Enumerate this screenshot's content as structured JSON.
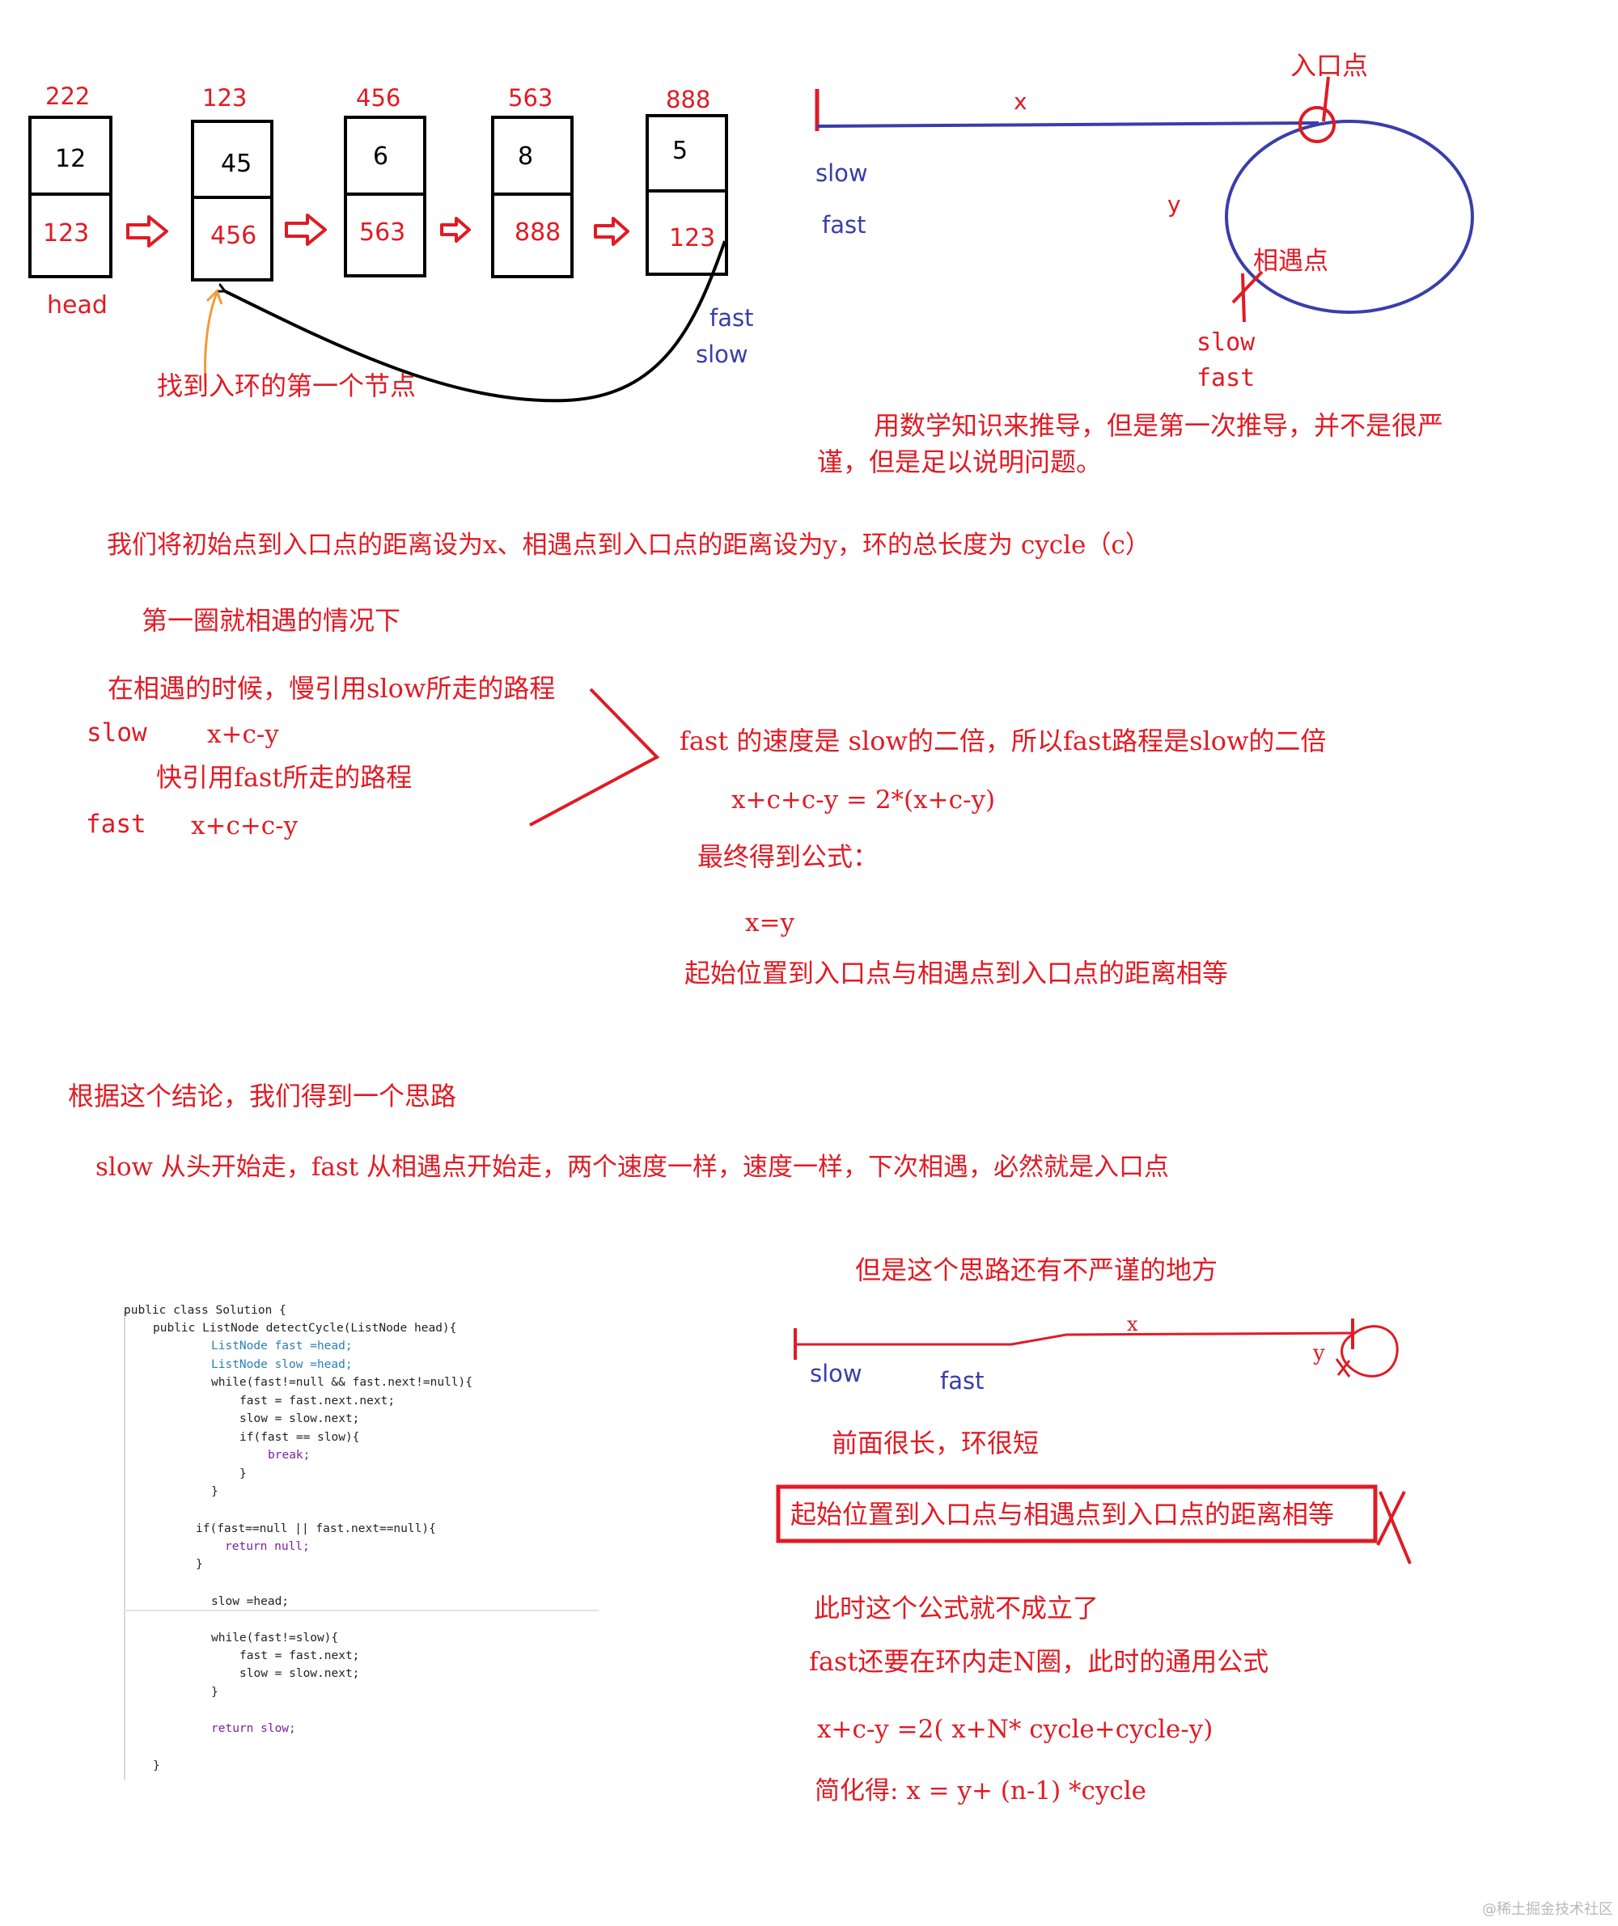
{
  "colors": {
    "red": "#e01b24",
    "blue": "#3a3dab",
    "black": "#000000",
    "orange": "#f39a3b",
    "code_keyword": "#7a1fa2",
    "code_type": "#2a7fb8",
    "code_text": "#222222",
    "watermark": "#b9b9b9"
  },
  "linked_list": {
    "nodes": [
      {
        "address": "222",
        "val": "12",
        "next": "123"
      },
      {
        "address": "123",
        "val": "45",
        "next": "456"
      },
      {
        "address": "456",
        "val": "6",
        "next": "563"
      },
      {
        "address": "563",
        "val": "8",
        "next": "888"
      },
      {
        "address": "888",
        "val": "5",
        "next": "123"
      }
    ],
    "head_label": "head",
    "fast_label": "fast",
    "slow_label": "slow",
    "find_entry_note": "找到入环的第一个节点"
  },
  "cycle_diagram_top": {
    "x_label": "x",
    "y_label": "y",
    "entry_label": "入口点",
    "meet_label": "相遇点",
    "slow_start": "slow",
    "fast_start": "fast",
    "slow_meet": "slow",
    "fast_meet": "fast",
    "note_line1": "用数学知识来推导，但是第一次推导，并不是很严",
    "note_line2": "谨，但是足以说明问题。"
  },
  "derivation": {
    "definition": "我们将初始点到入口点的距离设为x、相遇点到入口点的距离设为y，环的总长度为 cycle（c）",
    "first_lap": "第一圈就相遇的情况下",
    "slow_path_title": "在相遇的时候，慢引用slow所走的路程",
    "slow_label": "slow",
    "slow_expr": "x+c-y",
    "fast_path_title": "快引用fast所走的路程",
    "fast_label": "fast",
    "fast_expr": "x+c+c-y",
    "speed_note": "fast 的速度是 slow的二倍，所以fast路程是slow的二倍",
    "equation": "x+c+c-y = 2*(x+c-y)",
    "final_formula_title": "最终得到公式：",
    "result": "x=y",
    "conclusion": "起始位置到入口点与相遇点到入口点的距离相等"
  },
  "idea": {
    "title": "根据这个结论，我们得到一个思路",
    "detail": "slow 从头开始走，fast 从相遇点开始走，两个速度一样，速度一样，下次相遇，必然就是入口点"
  },
  "code": {
    "lines": [
      "public class Solution {",
      "public ListNode detectCycle(ListNode head){",
      "ListNode fast =head;",
      "ListNode slow =head;",
      "while(fast!=null && fast.next!=null){",
      "fast = fast.next.next;",
      "slow = slow.next;",
      "if(fast == slow){",
      "break;",
      "}",
      "}",
      "if(fast==null || fast.next==null){",
      "return null;",
      "}",
      "slow =head;",
      "while(fast!=slow){",
      "fast = fast.next;",
      "slow = slow.next;",
      "}",
      "return slow;",
      "}"
    ]
  },
  "counter_case": {
    "title": "但是这个思路还有不严谨的地方",
    "x_label": "x",
    "y_label": "y",
    "slow_label": "slow",
    "fast_label": "fast",
    "note": "前面很长，环很短",
    "crossed_statement": "起始位置到入口点与相遇点到入口点的距离相等",
    "invalid_note": "此时这个公式就不成立了",
    "general_title": "fast还要在环内走N圈，此时的通用公式",
    "general_equation": "x+c-y  =2( x+N* cycle+cycle-y)",
    "simplified": "简化得:  x = y+ (n-1) *cycle"
  },
  "watermark": "@稀土掘金技术社区"
}
